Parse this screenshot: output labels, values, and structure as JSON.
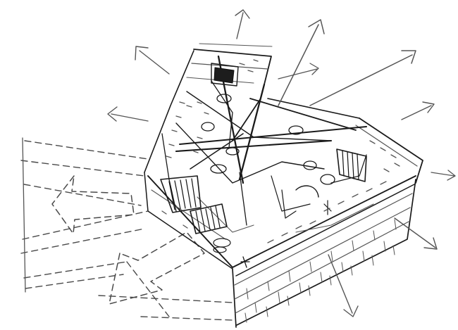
{
  "image": {
    "type": "architectural-sketch",
    "view": "axonometric",
    "medium": "pencil",
    "colors": {
      "paper": "#ffffff",
      "ink": "#1a1a1a",
      "light_ink": "#8a8a8a"
    }
  }
}
